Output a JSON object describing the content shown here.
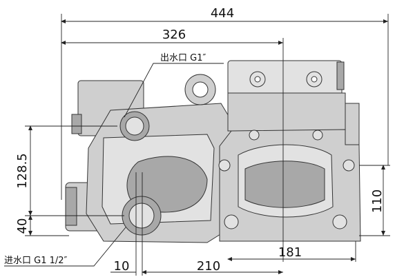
{
  "dimensions": {
    "overall_width": "444",
    "width_326": "326",
    "height_128_5": "128.5",
    "height_40": "40",
    "height_110": "110",
    "width_181": "181",
    "offset_10": "10",
    "width_210": "210"
  },
  "callouts": {
    "outlet": "出水口 G1″",
    "inlet": "进水口 G1 1/2″"
  }
}
